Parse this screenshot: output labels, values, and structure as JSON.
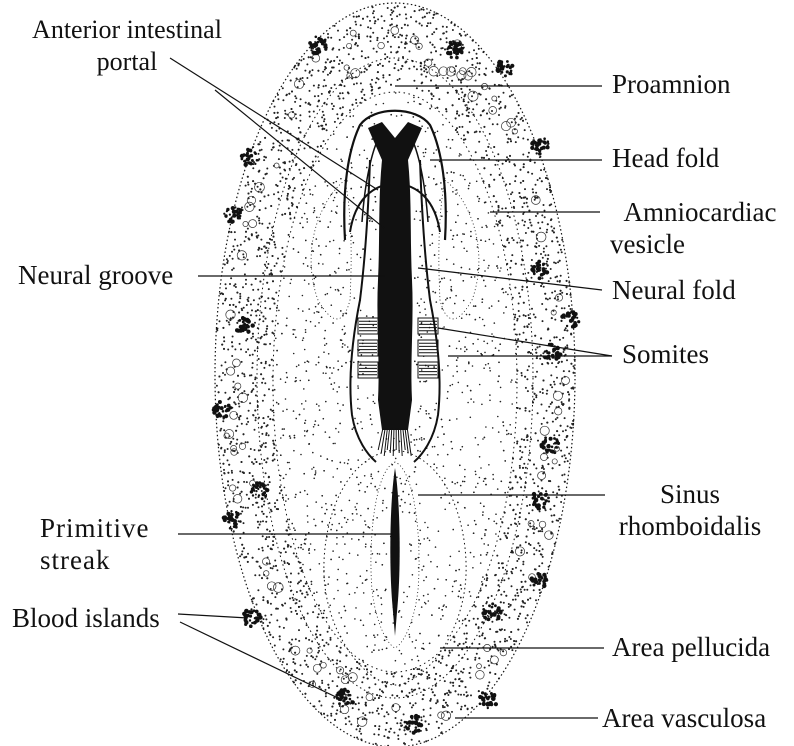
{
  "labels": {
    "anterior_intestinal_portal": {
      "line1": "Anterior intestinal",
      "line2": "portal"
    },
    "proamnion": "Proamnion",
    "head_fold": "Head fold",
    "amniocardiac_vesicle": {
      "line1": "Amniocardiac",
      "line2": "vesicle"
    },
    "neural_groove": "Neural groove",
    "neural_fold": "Neural fold",
    "somites": "Somites",
    "sinus_rhomboidalis": {
      "line1": "Sinus",
      "line2": "rhomboidalis"
    },
    "primitive_streak": {
      "line1": "Primitive",
      "line2": "streak"
    },
    "blood_islands": "Blood islands",
    "area_pellucida": "Area pellucida",
    "area_vasculosa": "Area vasculosa"
  },
  "colors": {
    "ink": "#111111",
    "background": "#ffffff"
  }
}
